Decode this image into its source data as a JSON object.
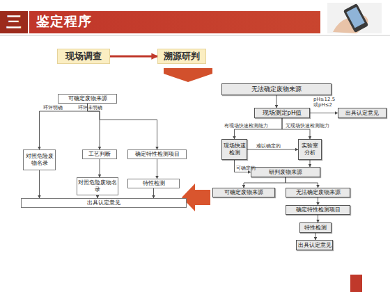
{
  "diagram": {
    "title": "鉴定程序",
    "nodes": [
      {
        "text": [
          "现场调查"
        ]
      },
      {
        "text": [
          "溯源研判"
        ]
      },
      {
        "text": [
          "可确定废物来源"
        ]
      },
      {
        "text": [
          "对照危险废物名录"
        ]
      },
      {
        "text": [
          "工艺判断"
        ]
      },
      {
        "text": [
          "确定特性检测项目"
        ]
      },
      {
        "text": [
          "对照危险废物名录"
        ]
      },
      {
        "text": [
          "特性检测"
        ]
      },
      {
        "text": [
          "出具认定意见"
        ]
      },
      {
        "text": [
          "无法确定废物来源"
        ]
      },
      {
        "text": [
          "现场测定pH值"
        ]
      },
      {
        "text": [
          "出具认定意见"
        ]
      },
      {
        "text": [
          "现场快速检测"
        ]
      },
      {
        "text": [
          "实验室分析"
        ]
      },
      {
        "text": [
          "研判废物来源"
        ]
      },
      {
        "text": [
          "可确定废物来源"
        ]
      },
      {
        "text": [
          "无法确定废物来源"
        ]
      },
      {
        "text": [
          "确定特性检测项目"
        ]
      },
      {
        "text": [
          "特性检测"
        ]
      },
      {
        "text": [
          "出具认定意见"
        ]
      }
    ],
    "edges": [
      {
        "from": 0,
        "to": 1,
        "arrow": "to"
      },
      {
        "from": 2,
        "to": 3,
        "label": "环评明确",
        "arrow": "to"
      },
      {
        "from": 2,
        "to": 4,
        "label": "环评未明确",
        "arrow": "to"
      },
      {
        "from": 2,
        "to": 5,
        "arrow": "to"
      },
      {
        "from": 3,
        "to": 8,
        "arrow": "to"
      },
      {
        "from": 4,
        "to": 6,
        "arrow": "to"
      },
      {
        "from": 5,
        "to": 7,
        "arrow": "to"
      },
      {
        "from": 6,
        "to": 8,
        "arrow": "to"
      },
      {
        "from": 7,
        "to": 8,
        "arrow": "to"
      },
      {
        "from": 9,
        "to": 10,
        "arrow": "to"
      },
      {
        "from": 10,
        "to": 11,
        "label": "pH≥12.5 或pH≤2",
        "arrow": "to"
      },
      {
        "from": 10,
        "to": 12,
        "label": "有现场快速检测能力",
        "arrow": "to"
      },
      {
        "from": 10,
        "to": 13,
        "label": "无现场快速检测能力",
        "arrow": "to"
      },
      {
        "from": 12,
        "to": 13,
        "label": "难以确定的",
        "arrow": "to"
      },
      {
        "from": 12,
        "to": 14,
        "label": "可确定的",
        "arrow": "to"
      },
      {
        "from": 13,
        "to": 14,
        "arrow": "to"
      },
      {
        "from": 14,
        "to": 15,
        "arrow": "to"
      },
      {
        "from": 14,
        "to": 16,
        "arrow": "to"
      },
      {
        "from": 16,
        "to": 17,
        "arrow": "to"
      },
      {
        "from": 17,
        "to": 18,
        "arrow": "to"
      },
      {
        "from": 18,
        "to": 19,
        "arrow": "to"
      }
    ],
    "labels": [
      "三"
    ]
  }
}
